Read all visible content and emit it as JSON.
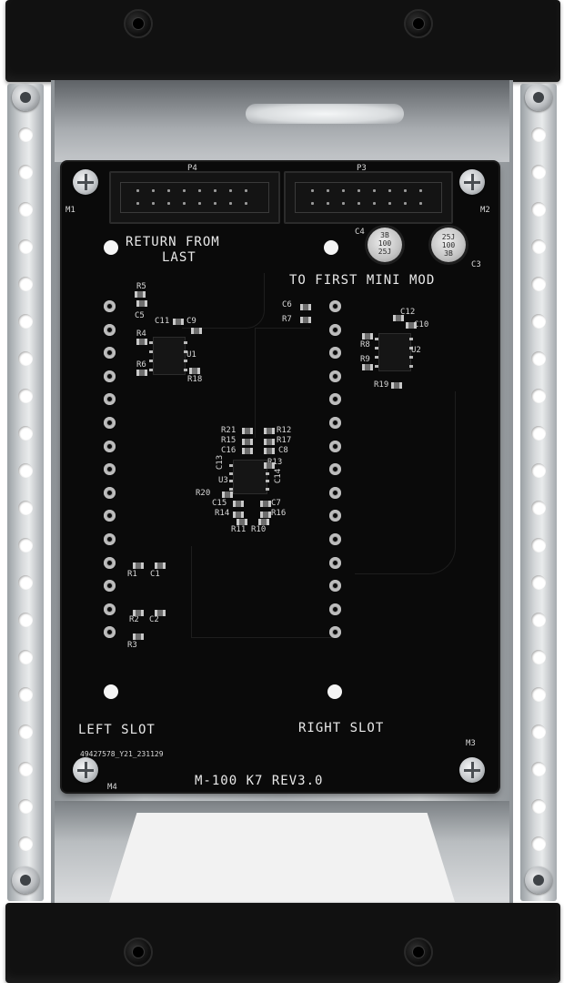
{
  "pcb": {
    "header_left_label": "P4",
    "header_right_label": "P3",
    "label_m1": "M1",
    "label_m2": "M2",
    "label_m3": "M3",
    "label_m4": "M4",
    "return_line1": "RETURN FROM",
    "return_line2": "LAST",
    "to_first": "TO FIRST MINI MOD",
    "left_slot": "LEFT SLOT",
    "right_slot": "RIGHT SLOT",
    "board_code": "49427578_Y21_231129",
    "board_title": "M-100 K7 REV3.0",
    "cap_c4_label": "C4",
    "cap_c3_label": "C3",
    "cap_c4_text": [
      "3B",
      "100",
      "25J"
    ],
    "cap_c3_text": [
      "25J",
      "100",
      "3B"
    ],
    "refs": {
      "R5": "R5",
      "C5": "C5",
      "C11": "C11",
      "C9": "C9",
      "R4": "R4",
      "U1": "U1",
      "R6": "R6",
      "R18": "R18",
      "C6": "C6",
      "R7": "R7",
      "C12": "C12",
      "C10": "C10",
      "R8": "R8",
      "U2": "U2",
      "R9": "R9",
      "R19": "R19",
      "R21": "R21",
      "R12": "R12",
      "R15": "R15",
      "R17": "R17",
      "C16": "C16",
      "C8": "C8",
      "C13": "C13",
      "R13": "R13",
      "U3": "U3",
      "C14": "C14",
      "R20": "R20",
      "C15": "C15",
      "C7": "C7",
      "R14": "R14",
      "R16": "R16",
      "R11": "R11",
      "R10": "R10",
      "R1": "R1",
      "C1": "C1",
      "R2": "R2",
      "C2": "C2",
      "R3": "R3"
    }
  },
  "colors": {
    "pcb": "#0a0a0a",
    "silkscreen": "#e9e9e9",
    "rail": "#111111",
    "frame_metal": "#c9cdd0"
  }
}
